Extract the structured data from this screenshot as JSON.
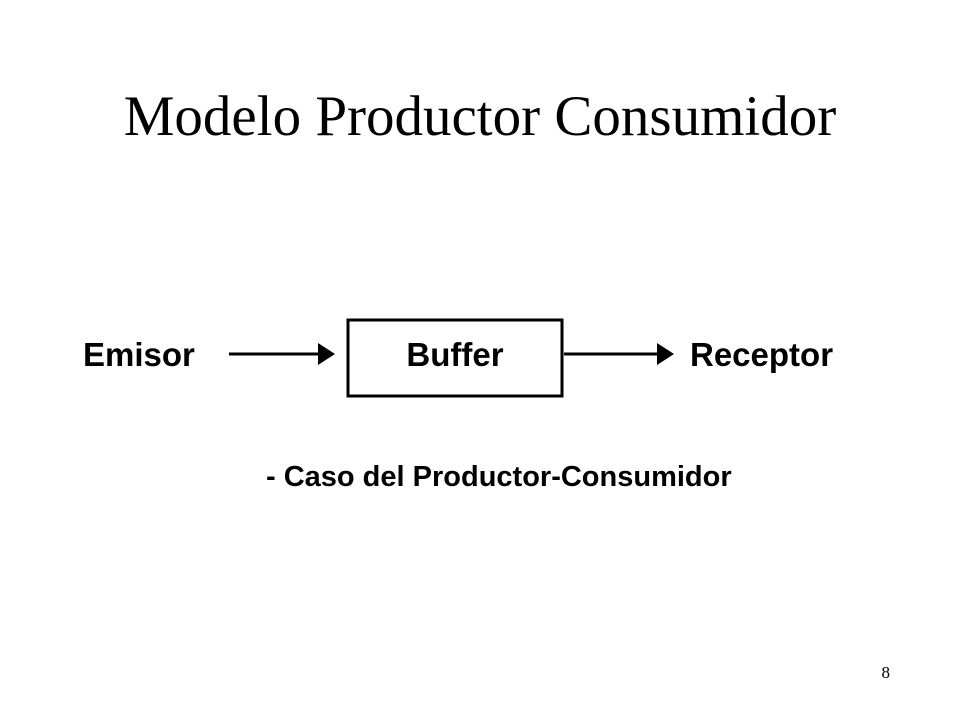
{
  "slide": {
    "title": "Modelo Productor Consumidor",
    "page_number": "8"
  },
  "diagram": {
    "source_label": "Emisor",
    "buffer_label": "Buffer",
    "target_label": "Receptor",
    "caption": "- Caso del Productor-Consumidor",
    "flow": [
      "Emisor",
      "Buffer",
      "Receptor"
    ],
    "stroke_color": "#000000"
  }
}
